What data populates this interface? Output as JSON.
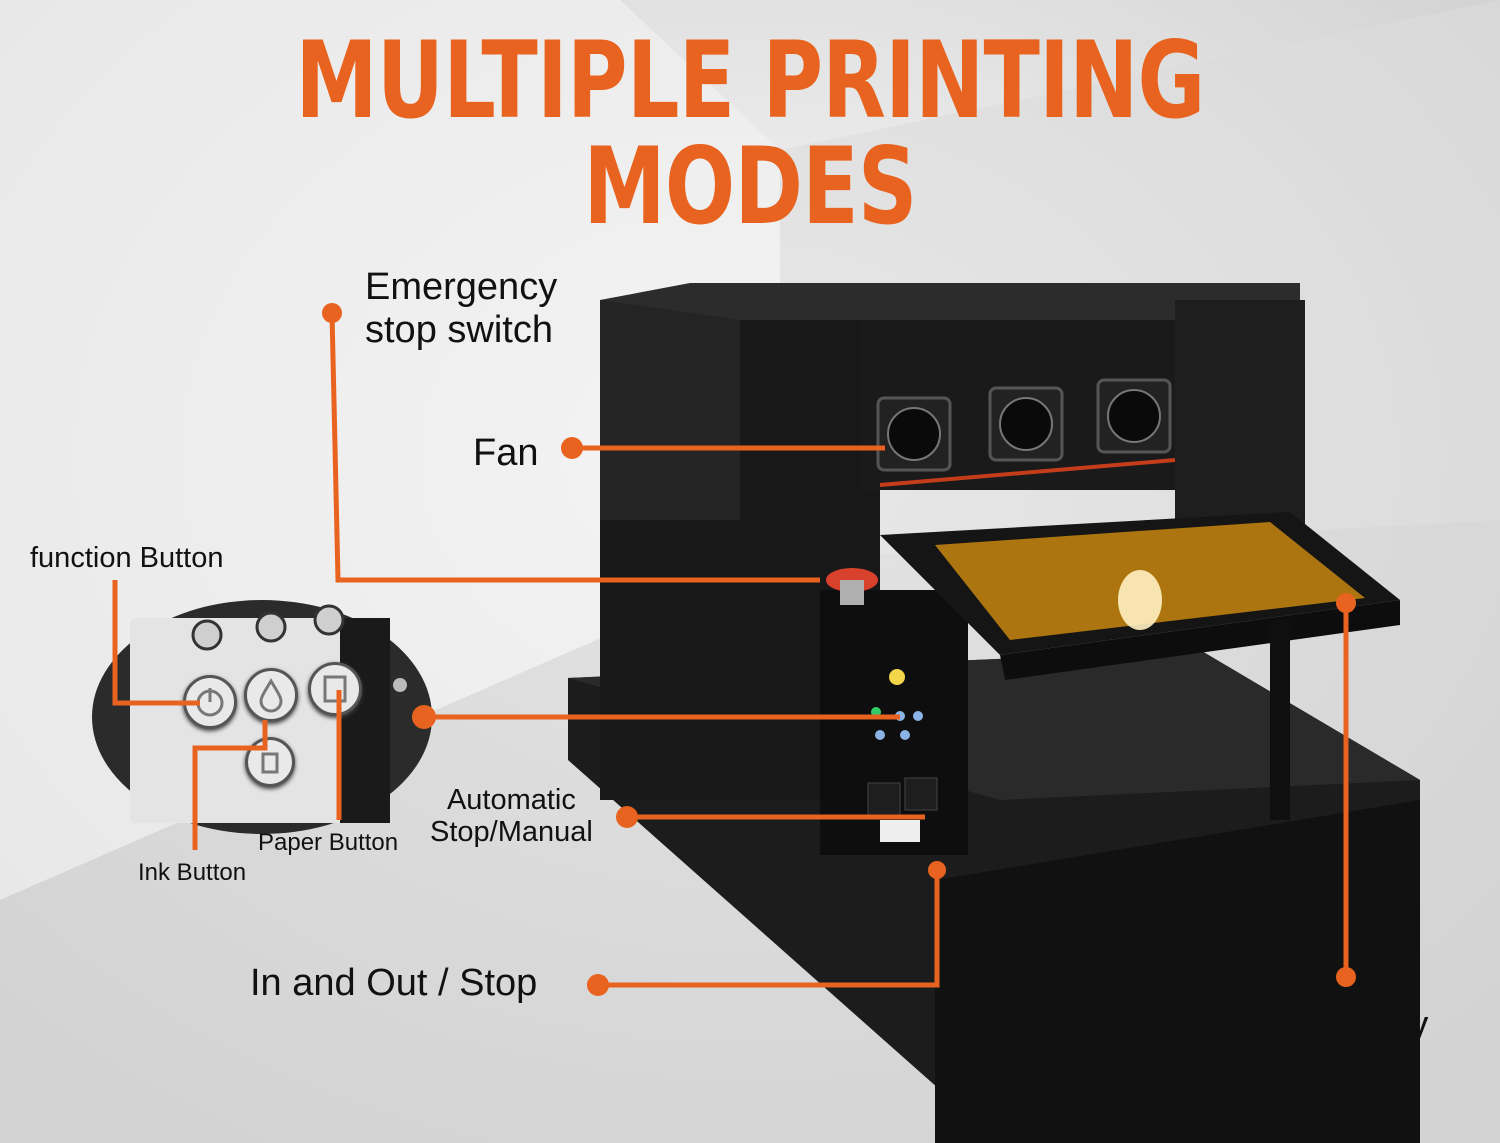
{
  "title": "MULTIPLE PRINTING MODES",
  "colors": {
    "accent": "#e8631f",
    "printer": "#141414",
    "tray_glass": "#c8860e",
    "background": "#e9e9e9"
  },
  "labels": {
    "emergency": "Emergency\nstop switch",
    "fan": "Fan",
    "function_button": "function Button",
    "ink_button": "Ink Button",
    "paper_button": "Paper Button",
    "automatic": "Automatic\nStop/Manual",
    "in_out": "In and Out / Stop",
    "printer_tray": "Printer Tray"
  },
  "icons": {
    "function": "power-icon",
    "ink": "ink-drop-icon",
    "paper": "paper-icon",
    "lower": "trash-icon"
  }
}
